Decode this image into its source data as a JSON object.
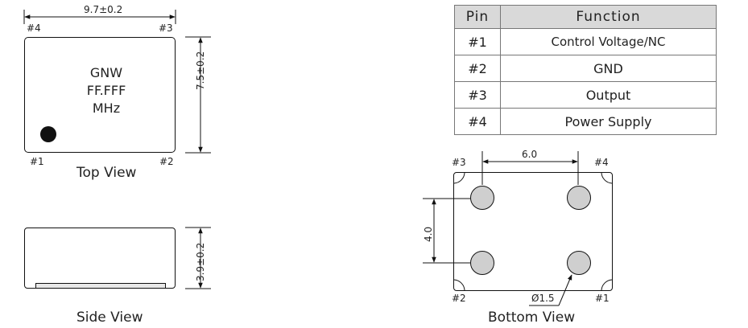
{
  "top_view": {
    "width_dim": "9.7±0.2",
    "height_dim": "7.5±0.2",
    "marking": [
      "GNW",
      "FF.FFF",
      "MHz"
    ],
    "pin_labels": {
      "p1": "#1",
      "p2": "#2",
      "p3": "#3",
      "p4": "#4"
    },
    "caption": "Top View"
  },
  "side_view": {
    "height_dim": "3.9±0.2",
    "caption": "Side View"
  },
  "pin_table": {
    "headers": [
      "Pin",
      "Function"
    ],
    "rows": [
      {
        "pin": "#1",
        "function": "Control Voltage/NC"
      },
      {
        "pin": "#2",
        "function": "GND"
      },
      {
        "pin": "#3",
        "function": "Output"
      },
      {
        "pin": "#4",
        "function": "Power Supply"
      }
    ]
  },
  "bottom_view": {
    "pad_spacing_x": "6.0",
    "pad_spacing_y": "4.0",
    "pad_diameter": "Ø1.5",
    "pin_labels": {
      "p1": "#1",
      "p2": "#2",
      "p3": "#3",
      "p4": "#4"
    },
    "caption": "Bottom View"
  }
}
